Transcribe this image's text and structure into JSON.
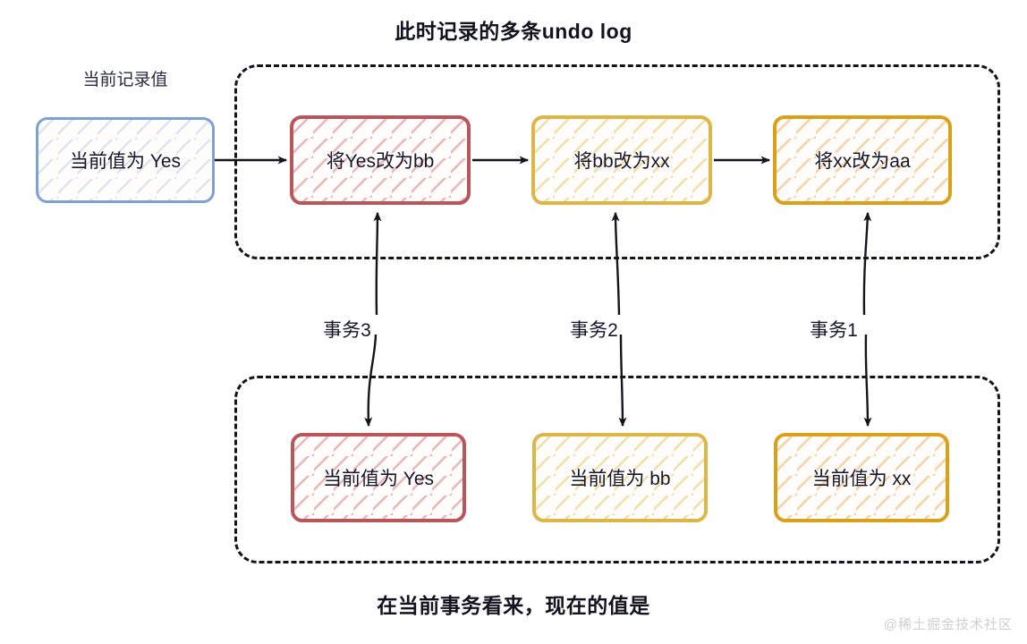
{
  "titles": {
    "top": "此时记录的多条undo log",
    "bottom": "在当前事务看来，现在的值是",
    "current_record_label": "当前记录值"
  },
  "source_node": {
    "label": "当前值为 Yes",
    "border_color": "#7fa0d4",
    "hatch_color": "#7fa0d4"
  },
  "undo_log_nodes": [
    {
      "label": "将Yes改为bb",
      "border_color": "#b9555b",
      "hatch_color": "#dd7b80"
    },
    {
      "label": "将bb改为xx",
      "border_color": "#ddb646",
      "hatch_color": "#e6c660"
    },
    {
      "label": "将xx改为aa",
      "border_color": "#d9a018",
      "hatch_color": "#f0af5a"
    }
  ],
  "view_nodes": [
    {
      "label": "当前值为 Yes",
      "border_color": "#b9555b",
      "hatch_color": "#dd7b80"
    },
    {
      "label": "当前值为 bb",
      "border_color": "#ddb646",
      "hatch_color": "#e6c660"
    },
    {
      "label": "当前值为 xx",
      "border_color": "#d9a018",
      "hatch_color": "#f0af5a"
    }
  ],
  "transaction_labels": [
    {
      "label": "事务3"
    },
    {
      "label": "事务2"
    },
    {
      "label": "事务1"
    }
  ],
  "watermark": "@稀土掘金技术社区",
  "colors": {
    "dashed_border": "#14141b",
    "arrow": "#15151c",
    "text": "#16162a",
    "canvas_background": "#ffffff"
  }
}
